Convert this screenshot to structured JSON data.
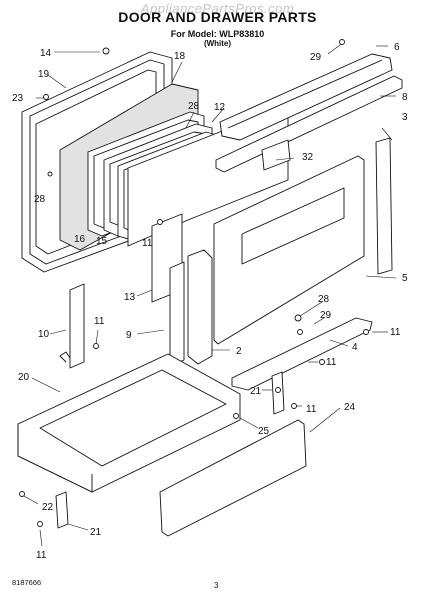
{
  "watermark": "AppliancePartsPros.com",
  "title": "DOOR AND DRAWER PARTS",
  "model_line": "For Model: WLP83810",
  "color_line": "(White)",
  "footer_left": "8187666",
  "footer_page": "3",
  "callouts": {
    "c14": "14",
    "c19": "19",
    "c23": "23",
    "c18": "18",
    "c28a": "28",
    "c12": "12",
    "c16": "16",
    "c15": "15",
    "c28b": "28",
    "c11a": "11",
    "c29a": "29",
    "c6": "6",
    "c8": "8",
    "c3": "3",
    "c32": "32",
    "c5": "5",
    "c13": "13",
    "c9": "9",
    "c2": "2",
    "c10": "10",
    "c11b": "11",
    "c28c": "28",
    "c29b": "29",
    "c4": "4",
    "c11c": "11",
    "c11d": "11",
    "c20": "20",
    "c21a": "21",
    "c11e": "11",
    "c25": "25",
    "c24": "24",
    "c22": "22",
    "c21b": "21",
    "c11f": "11"
  }
}
